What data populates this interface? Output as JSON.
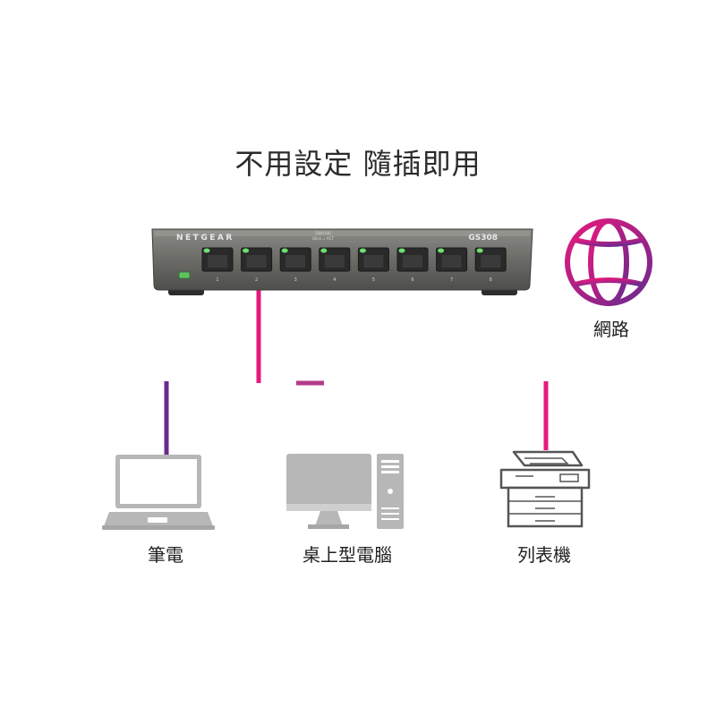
{
  "title": "不用設定 隨插即用",
  "switch": {
    "brand": "NETGEAR",
    "model": "GS308",
    "led_caption_1": "Gbit/100",
    "led_caption_2": "Blink = ACT",
    "port_numbers": [
      "1",
      "2",
      "3",
      "4",
      "5",
      "6",
      "7",
      "8"
    ]
  },
  "devices": {
    "internet": "網路",
    "laptop": "筆電",
    "desktop": "桌上型電腦",
    "printer": "列表機"
  },
  "colors": {
    "cable_magenta": "#e6197e",
    "cable_purple": "#6a2a8e",
    "switch_body": "#6b6c68",
    "device_gray": "#b7b7b7",
    "led_green": "#6ee06e"
  }
}
